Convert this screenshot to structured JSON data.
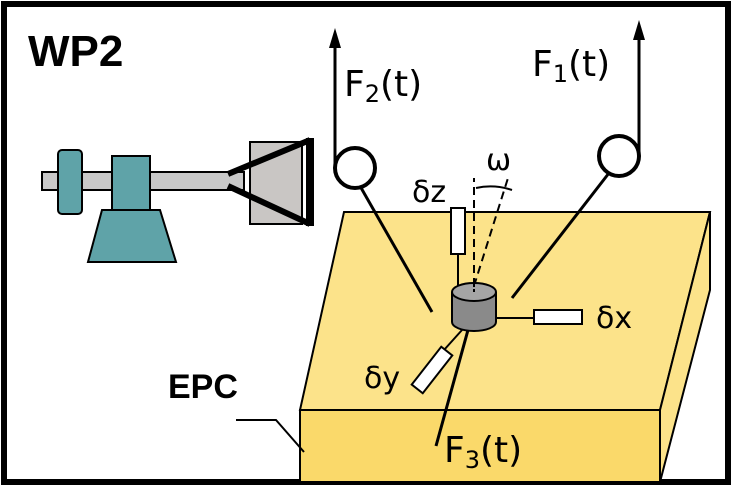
{
  "title": "WP2",
  "labels": {
    "epc": "EPC",
    "f1": "F",
    "f1_sub": "1",
    "f1_arg": "(t)",
    "f2": "F",
    "f2_sub": "2",
    "f2_arg": "(t)",
    "f3": "F",
    "f3_sub": "3",
    "f3_arg": "(t)",
    "dx": "δx",
    "dy": "δy",
    "dz": "δz",
    "omega": "ω"
  },
  "colors": {
    "block_top": "#fce38a",
    "block_side": "#fad96a",
    "machine": "#5fa3a8",
    "shaft": "#c8c8c8",
    "plate": "#c9c6c4",
    "specimen": "#8a8a8a"
  }
}
